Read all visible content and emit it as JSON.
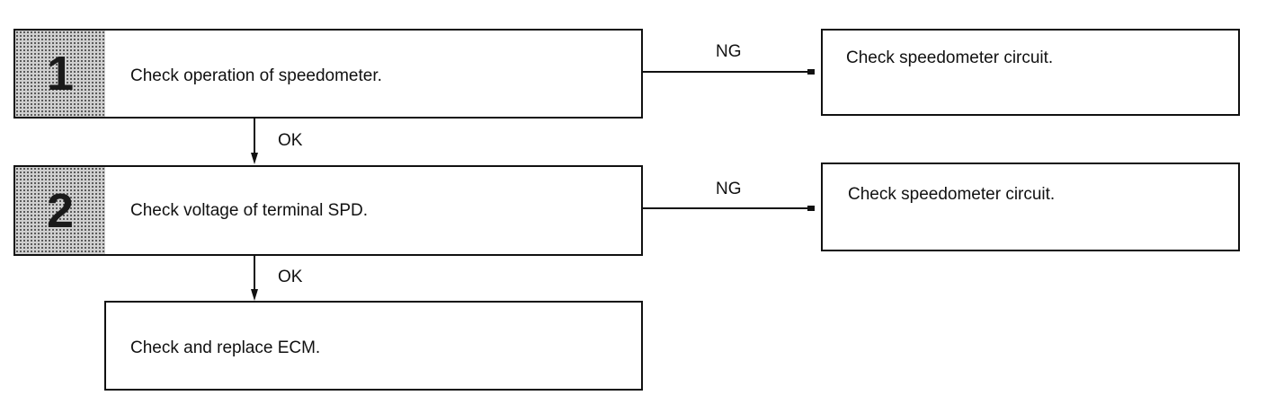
{
  "steps": [
    {
      "number": "1",
      "text": "Check operation of speedometer.",
      "ng_label": "NG",
      "ng_action": "Check speedometer circuit.",
      "ok_label": "OK"
    },
    {
      "number": "2",
      "text": "Check voltage of terminal SPD.",
      "ng_label": "NG",
      "ng_action": "Check speedometer circuit.",
      "ok_label": "OK"
    }
  ],
  "final_action": "Check and replace ECM."
}
